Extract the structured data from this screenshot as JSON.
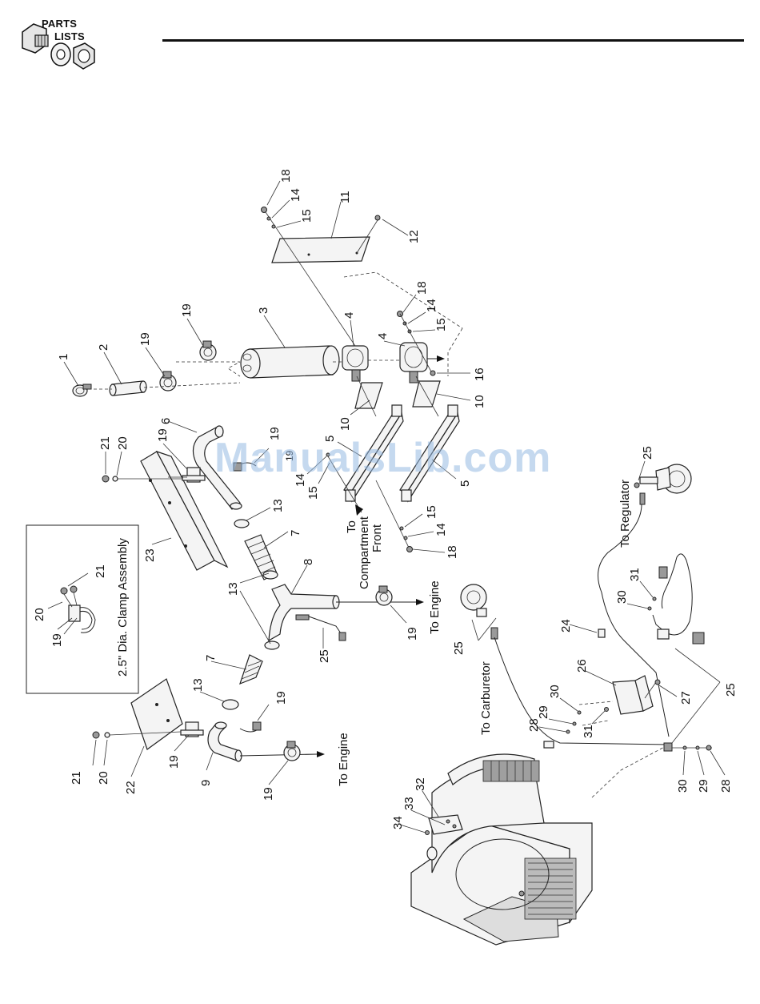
{
  "header": {
    "logo_line1": "PARTS",
    "logo_line2": "LISTS"
  },
  "watermark": "ManualsLib.com",
  "inset": {
    "caption": "2.5\" Dia. Clamp Assembly",
    "labels": [
      "21",
      "20",
      "19"
    ]
  },
  "annotations": {
    "to_compartment_front_1": "To",
    "to_compartment_front_2": "Compartment",
    "to_compartment_front_3": "Front",
    "to_engine_upper": "To Engine",
    "to_engine_lower": "To Engine",
    "to_regulator": "To Regulator",
    "to_carburetor": "To Carburetor"
  },
  "callouts": {
    "c1": "1",
    "c2": "2",
    "c3": "3",
    "c4a": "4",
    "c4b": "4",
    "c5a": "5",
    "c5b": "5",
    "c6": "6",
    "c7a": "7",
    "c7b": "7",
    "c8": "8",
    "c9": "9",
    "c10a": "10",
    "c10b": "10",
    "c11": "11",
    "c12": "12",
    "c13a": "13",
    "c13b": "13",
    "c13c": "13",
    "c14a": "14",
    "c14b": "14",
    "c14c": "14",
    "c14d": "14",
    "c15a": "15",
    "c15b": "15",
    "c15c": "15",
    "c15d": "15",
    "c16": "16",
    "c18a": "18",
    "c18b": "18",
    "c18c": "18",
    "c19a": "19",
    "c19b": "19",
    "c19c": "19",
    "c19d": "19",
    "c19e": "19",
    "c19f": "19",
    "c19g": "19",
    "c19h": "19",
    "c19i": "19",
    "c20a": "20",
    "c20b": "20",
    "c21a": "21",
    "c21b": "21",
    "c22": "22",
    "c23": "23",
    "c24": "24",
    "c25a": "25",
    "c25b": "25",
    "c25c": "25",
    "c25d": "25",
    "c26": "26",
    "c27": "27",
    "c28a": "28",
    "c28b": "28",
    "c29a": "29",
    "c29b": "29",
    "c30a": "30",
    "c30b": "30",
    "c31a": "31",
    "c31b": "31",
    "c32": "32",
    "c33": "33",
    "c34": "34"
  }
}
